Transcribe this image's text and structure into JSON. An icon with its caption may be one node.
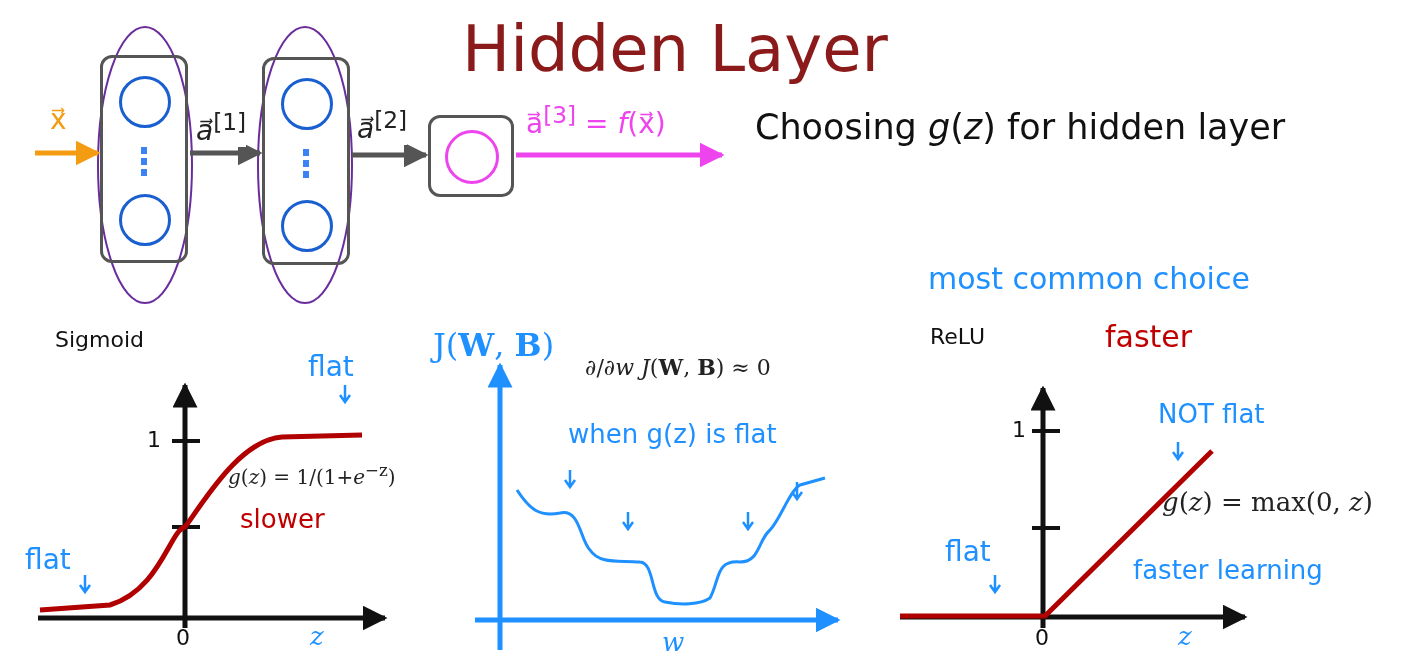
{
  "diagram": {
    "title": "Hidden Layer",
    "nodes": [
      {
        "text": [],
        "shape": "box"
      },
      {
        "text": [],
        "shape": "circle",
        "in": 0
      },
      {
        "text": [],
        "shape": "circle",
        "in": 0
      },
      {
        "text": [],
        "shape": "box"
      },
      {
        "text": [],
        "shape": "circle",
        "in": 3
      },
      {
        "text": [],
        "shape": "circle",
        "in": 3
      },
      {
        "text": [],
        "shape": "box"
      },
      {
        "text": [],
        "shape": "circle",
        "in": 6
      }
    ],
    "edges": [
      {
        "from": null,
        "to": 0,
        "arrow": "to",
        "label": "x⃗",
        "color": "#f39c12"
      },
      {
        "from": 0,
        "to": 3,
        "arrow": "to",
        "label": "*a⃗*$^{[1]}$"
      },
      {
        "from": 3,
        "to": 6,
        "arrow": "to",
        "label": "*a⃗*$^{[2]}$"
      },
      {
        "from": 6,
        "to": null,
        "arrow": "to",
        "label": "a⃗$^{[3]}$ = *f*(x⃗)",
        "color": "#ee44ee"
      }
    ],
    "labels": [
      "Choosing *g*(*z*) for hidden layer",
      "most common choice",
      "Sigmoid",
      "J(**W**, **B**)",
      "ReLU",
      "faster",
      "flat",
      "∂/∂*w* *J*(**W**, **B**) ≈ 0",
      "when g(z) is flat",
      "NOT flat",
      "1",
      "1",
      "*g*(*z*) = 1/(1+*e*$^{−z}$)",
      "slower",
      "*g*(*z*) = max(0, *z*)",
      "flat",
      "flat",
      "faster learning",
      "0",
      "*z*",
      "*w*",
      "0",
      "*z*"
    ]
  }
}
